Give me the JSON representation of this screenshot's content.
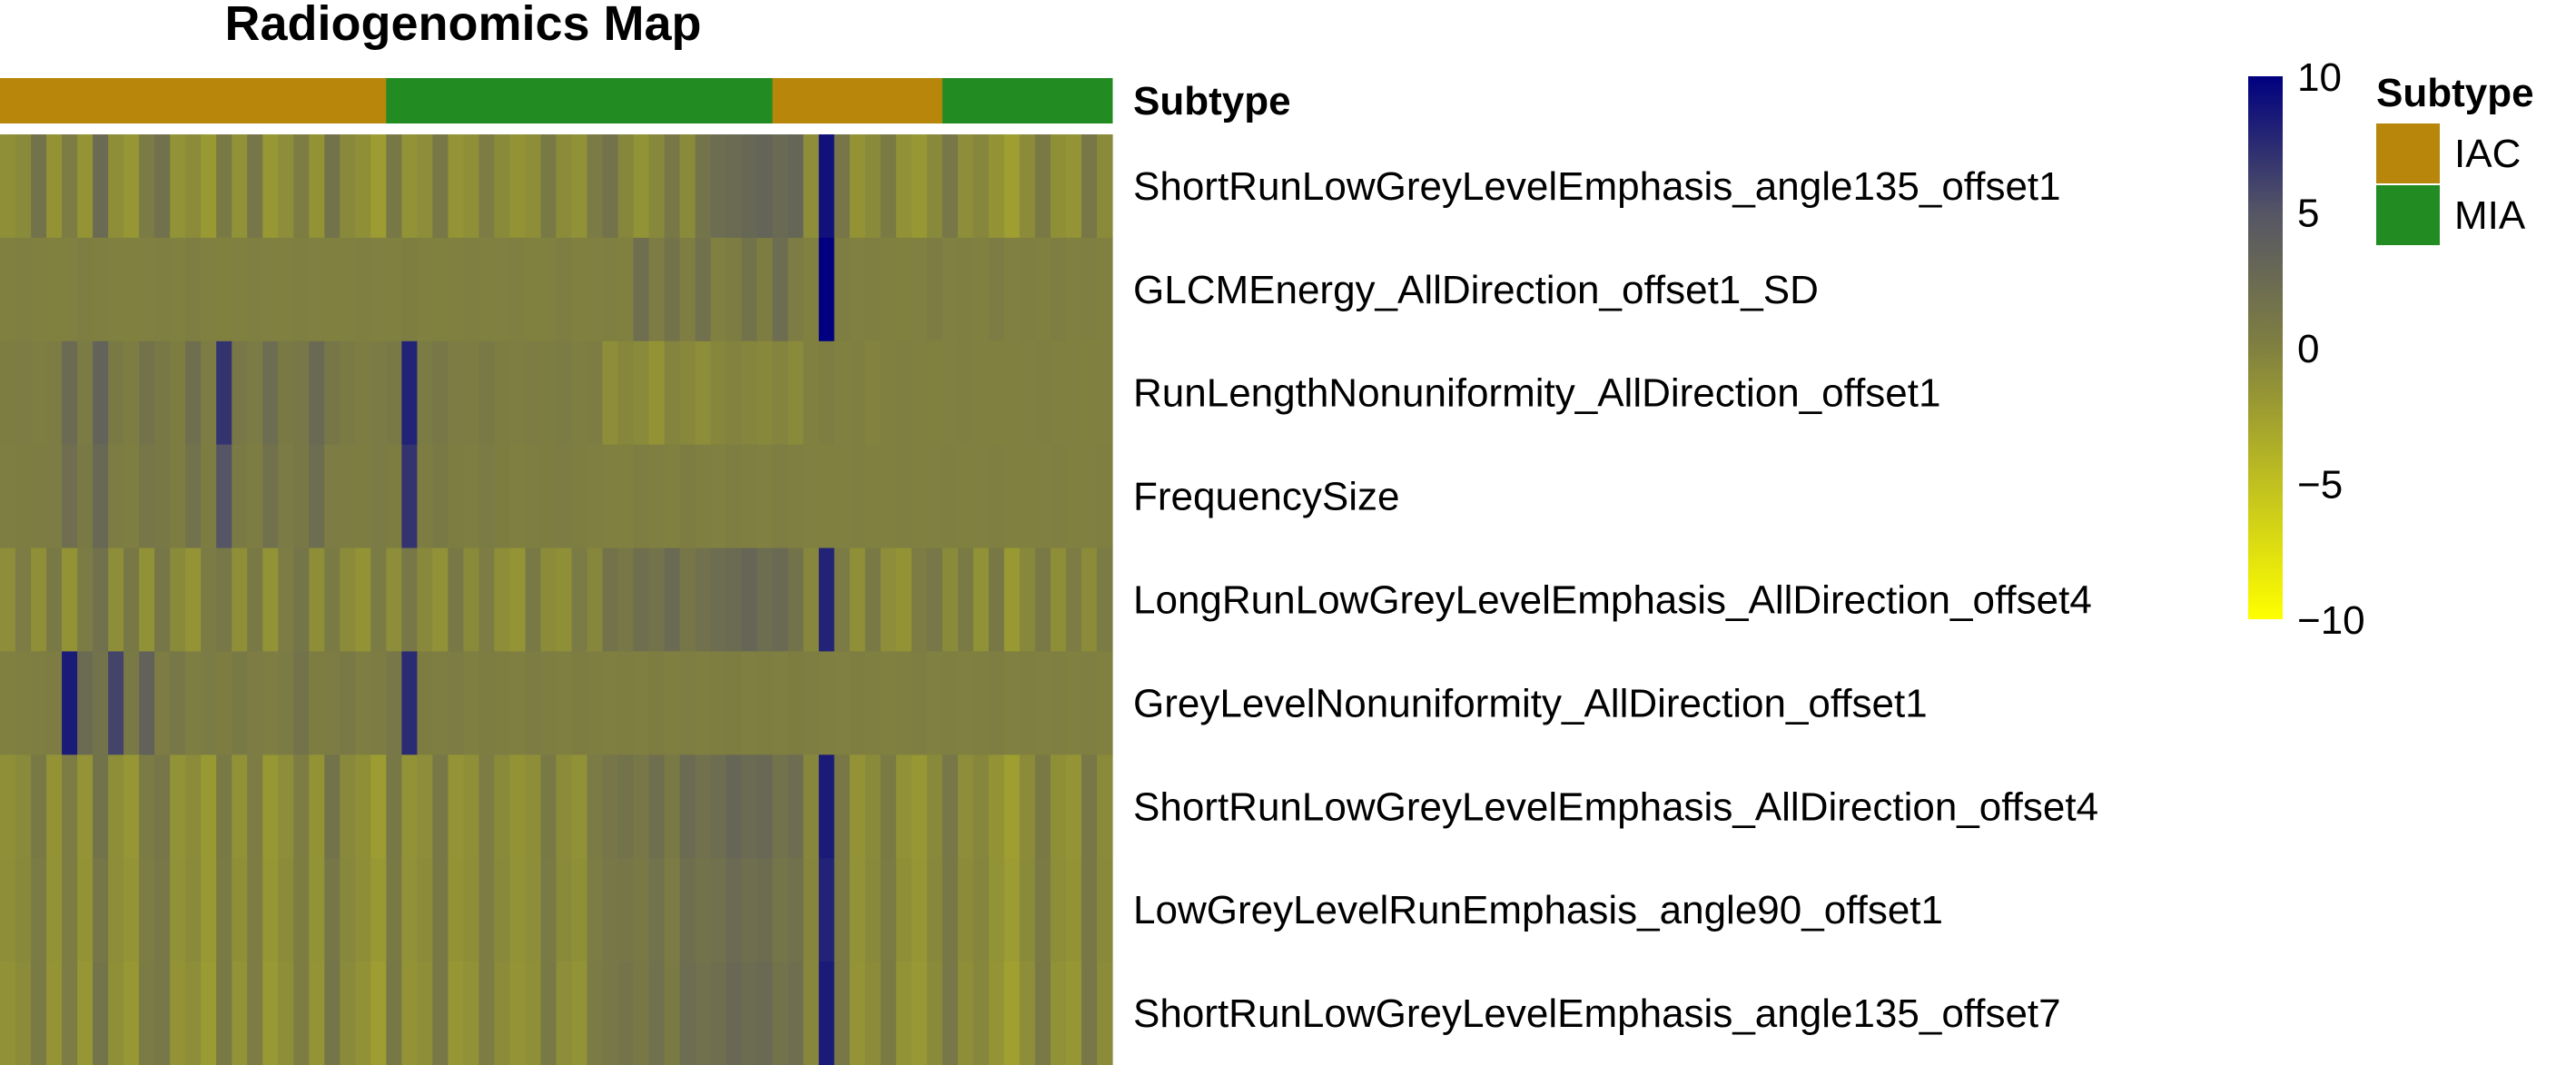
{
  "chart_data": {
    "type": "heatmap",
    "title": "Radiogenomics Map",
    "annotation": {
      "name": "Subtype",
      "groups": [
        {
          "label": "IAC",
          "count": 25,
          "color": "#B8860B"
        },
        {
          "label": "MIA",
          "count": 25,
          "color": "#228B22"
        },
        {
          "label": "IAC",
          "count": 11,
          "color": "#B8860B"
        },
        {
          "label": "MIA",
          "count": 11,
          "color": "#228B22"
        }
      ]
    },
    "rows": [
      "ShortRunLowGreyLevelEmphasis_angle135_offset1",
      "GLCMEnergy_AllDirection_offset1_SD",
      "RunLengthNonuniformity_AllDirection_offset1",
      "FrequencySize",
      "LongRunLowGreyLevelEmphasis_AllDirection_offset4",
      "GreyLevelNonuniformity_AllDirection_offset1",
      "ShortRunLowGreyLevelEmphasis_AllDirection_offset4",
      "LowGreyLevelRunEmphasis_angle90_offset1",
      "ShortRunLowGreyLevelEmphasis_angle135_offset7"
    ],
    "values": [
      [
        -1.2,
        -0.8,
        1.5,
        -1.5,
        0.5,
        -1.6,
        2.5,
        -1.1,
        -1.7,
        0.6,
        1.8,
        -1.4,
        -0.9,
        -2.0,
        0.8,
        -1.3,
        1.2,
        -1.8,
        -1.0,
        0.4,
        -1.5,
        1.5,
        -0.7,
        -1.2,
        -2.2,
        0.9,
        -1.4,
        -1.0,
        1.0,
        -1.6,
        -1.2,
        0.5,
        -0.8,
        -1.5,
        -1.1,
        0.8,
        -0.9,
        -1.3,
        0.6,
        1.5,
        -0.5,
        -1.4,
        -0.6,
        0.9,
        -0.8,
        1.4,
        2.2,
        2.5,
        2.9,
        3.2,
        2.6,
        3.0,
        -1.0,
        9.0,
        1.2,
        -1.5,
        -0.8,
        0.7,
        -1.3,
        -1.8,
        -0.7,
        1.0,
        -1.0,
        -0.5,
        -1.5,
        -2.4,
        -0.9,
        0.8,
        -1.2,
        -1.6,
        1.0,
        -0.8
      ],
      [
        0.0,
        0.1,
        0.0,
        -0.1,
        0.0,
        0.2,
        0.1,
        0.0,
        -0.1,
        0.0,
        0.1,
        0.0,
        0.2,
        0.0,
        -0.1,
        0.0,
        0.1,
        0.0,
        0.0,
        0.1,
        0.0,
        -0.1,
        0.0,
        0.1,
        0.0,
        0.0,
        0.2,
        0.0,
        -0.1,
        0.0,
        0.1,
        0.0,
        0.0,
        0.1,
        -0.1,
        0.0,
        0.2,
        0.0,
        0.0,
        0.1,
        0.0,
        2.0,
        0.5,
        1.5,
        0.2,
        1.8,
        0.0,
        0.4,
        1.5,
        0.3,
        2.2,
        0.5,
        0.0,
        10.0,
        0.2,
        0.0,
        0.1,
        0.0,
        -0.1,
        0.0,
        0.4,
        0.0,
        0.1,
        0.0,
        0.5,
        0.0,
        0.1,
        0.0,
        0.2,
        0.0,
        0.1,
        0.0
      ],
      [
        0.3,
        0.5,
        0.2,
        0.4,
        2.5,
        0.6,
        3.4,
        0.8,
        0.4,
        1.5,
        0.9,
        0.3,
        2.0,
        0.5,
        7.0,
        1.0,
        0.6,
        2.2,
        0.8,
        1.0,
        2.6,
        1.2,
        0.7,
        0.4,
        0.6,
        0.8,
        8.0,
        0.6,
        1.0,
        0.5,
        0.4,
        0.8,
        0.3,
        0.2,
        0.5,
        0.3,
        0.6,
        0.2,
        0.4,
        -1.0,
        -0.5,
        -0.8,
        -1.5,
        -0.3,
        -0.6,
        -1.0,
        -0.5,
        -0.2,
        -0.4,
        -0.6,
        -0.3,
        -0.8,
        0.0,
        0.2,
        0.0,
        0.1,
        -0.2,
        0.0,
        0.1,
        0.0,
        -0.1,
        0.0,
        0.1,
        0.0,
        -0.1,
        0.0,
        0.0,
        0.1,
        0.0,
        0.0,
        -0.1,
        0.0
      ],
      [
        0.2,
        0.3,
        0.4,
        0.5,
        2.0,
        0.8,
        2.8,
        0.5,
        0.2,
        1.2,
        0.9,
        0.3,
        1.6,
        0.3,
        5.0,
        0.7,
        0.4,
        1.8,
        0.6,
        0.9,
        2.2,
        0.5,
        0.4,
        0.3,
        0.6,
        0.3,
        7.0,
        0.4,
        0.8,
        0.3,
        0.2,
        0.6,
        0.3,
        0.1,
        0.2,
        0.3,
        0.5,
        0.2,
        0.1,
        0.0,
        0.0,
        0.2,
        0.1,
        0.0,
        0.3,
        0.1,
        0.0,
        0.2,
        0.1,
        0.0,
        0.2,
        0.1,
        0.0,
        0.0,
        0.0,
        0.1,
        0.0,
        0.0,
        0.1,
        0.0,
        0.0,
        0.1,
        0.0,
        0.0,
        0.1,
        0.0,
        0.0,
        0.0,
        0.1,
        0.0,
        0.0,
        0.1
      ],
      [
        -1.0,
        0.5,
        -1.2,
        0.8,
        -1.5,
        0.6,
        1.8,
        -1.0,
        0.9,
        -1.3,
        1.2,
        -0.8,
        -1.6,
        0.6,
        1.0,
        -1.2,
        0.8,
        -1.4,
        0.5,
        1.3,
        -1.1,
        0.7,
        -0.9,
        -1.5,
        0.6,
        -1.0,
        1.1,
        -0.7,
        -1.3,
        0.9,
        -0.8,
        0.5,
        -1.1,
        -1.6,
        0.8,
        -0.9,
        -1.2,
        0.6,
        -0.5,
        1.5,
        1.0,
        2.0,
        1.5,
        2.5,
        1.2,
        1.8,
        2.2,
        2.5,
        3.0,
        2.2,
        2.6,
        1.5,
        -0.5,
        8.0,
        0.6,
        -1.2,
        0.8,
        -1.0,
        -1.5,
        0.5,
        1.0,
        -0.8,
        0.7,
        -1.3,
        0.9,
        -2.0,
        -0.6,
        0.8,
        -1.1,
        0.5,
        -0.9,
        0.6
      ],
      [
        0.0,
        0.1,
        0.2,
        0.4,
        8.5,
        2.5,
        1.5,
        6.0,
        0.8,
        3.5,
        0.5,
        1.0,
        0.2,
        0.6,
        0.3,
        0.8,
        0.5,
        0.2,
        0.6,
        1.5,
        0.3,
        0.5,
        0.8,
        0.2,
        0.4,
        1.0,
        7.5,
        0.3,
        0.2,
        0.5,
        0.1,
        0.3,
        0.2,
        0.1,
        0.4,
        0.2,
        0.1,
        0.3,
        0.2,
        0.1,
        0.2,
        0.1,
        0.3,
        0.1,
        0.2,
        0.1,
        0.2,
        0.3,
        0.1,
        0.2,
        0.1,
        0.3,
        0.2,
        0.1,
        0.0,
        0.2,
        0.1,
        0.0,
        0.1,
        0.2,
        0.0,
        0.1,
        0.0,
        0.1,
        0.2,
        0.0,
        0.1,
        0.0,
        0.1,
        0.0,
        0.1,
        0.0
      ],
      [
        -1.2,
        -0.8,
        0.8,
        -1.5,
        0.5,
        -1.6,
        1.5,
        -1.1,
        -1.7,
        0.6,
        1.2,
        -1.4,
        -0.9,
        -2.0,
        0.8,
        -1.3,
        0.5,
        -1.8,
        -1.0,
        0.4,
        -1.5,
        1.5,
        -0.7,
        -1.2,
        -2.2,
        0.9,
        -1.4,
        -1.0,
        1.0,
        -1.6,
        -1.2,
        0.5,
        -0.8,
        -1.5,
        -1.1,
        0.8,
        -0.9,
        -1.3,
        0.6,
        1.2,
        1.5,
        1.0,
        2.0,
        0.8,
        2.5,
        1.8,
        2.2,
        3.0,
        2.5,
        2.8,
        1.6,
        2.2,
        -0.5,
        8.5,
        0.9,
        -1.5,
        -0.8,
        0.7,
        -1.3,
        -1.8,
        -0.7,
        1.0,
        -1.0,
        -0.5,
        -1.5,
        -2.4,
        -0.9,
        0.8,
        -1.2,
        -1.6,
        1.0,
        -0.8
      ],
      [
        -1.1,
        -0.7,
        0.6,
        -1.4,
        0.4,
        -1.5,
        1.2,
        -1.0,
        -1.6,
        0.5,
        1.0,
        -1.3,
        -0.8,
        -1.9,
        0.7,
        -1.2,
        0.4,
        -1.7,
        -0.9,
        0.3,
        -1.4,
        1.2,
        -0.6,
        -1.1,
        -2.0,
        0.8,
        -1.3,
        -0.9,
        0.9,
        -1.5,
        -1.1,
        0.4,
        -0.7,
        -1.4,
        -1.0,
        0.7,
        -0.8,
        -1.2,
        0.5,
        1.0,
        1.2,
        0.8,
        1.6,
        0.6,
        2.0,
        1.5,
        1.8,
        2.5,
        2.0,
        2.3,
        1.3,
        1.8,
        -0.4,
        8.0,
        0.8,
        -1.4,
        -0.7,
        0.6,
        -1.2,
        -1.7,
        -0.6,
        0.9,
        -0.9,
        -0.4,
        -1.4,
        -2.2,
        -0.8,
        0.7,
        -1.1,
        -1.5,
        0.9,
        -0.7
      ],
      [
        -1.3,
        -0.9,
        0.7,
        -1.6,
        0.5,
        -1.7,
        1.4,
        -1.2,
        -1.8,
        0.6,
        1.1,
        -1.5,
        -1.0,
        -2.1,
        0.8,
        -1.4,
        0.5,
        -1.9,
        -1.1,
        0.4,
        -1.6,
        1.3,
        -0.8,
        -1.3,
        -2.3,
        0.9,
        -1.5,
        -1.1,
        1.0,
        -1.7,
        -1.3,
        0.5,
        -0.9,
        -1.6,
        -1.2,
        0.8,
        -1.0,
        -1.4,
        0.6,
        1.1,
        1.4,
        0.9,
        1.8,
        0.7,
        2.2,
        1.7,
        2.0,
        2.8,
        2.3,
        2.6,
        1.5,
        2.0,
        -0.5,
        8.5,
        0.9,
        -1.6,
        -0.9,
        0.7,
        -1.4,
        -1.9,
        -0.8,
        1.0,
        -1.1,
        -0.5,
        -1.6,
        -2.5,
        -1.0,
        0.8,
        -1.3,
        -1.7,
        1.0,
        -0.9
      ]
    ],
    "color_scale": {
      "min": -10,
      "max": 10,
      "stops": [
        {
          "value": -10,
          "color": "#FFFF00"
        },
        {
          "value": 0,
          "color": "#808040"
        },
        {
          "value": 5,
          "color": "#555566"
        },
        {
          "value": 10,
          "color": "#000080"
        }
      ],
      "ticks": [
        10,
        5,
        0,
        -5,
        -10
      ],
      "tick_labels": [
        "10",
        "5",
        "0",
        "−5",
        "−10"
      ]
    },
    "legend": {
      "title": "Subtype",
      "items": [
        {
          "label": "IAC",
          "color": "#B8860B"
        },
        {
          "label": "MIA",
          "color": "#228B22"
        }
      ],
      "placement": "top-right"
    }
  }
}
